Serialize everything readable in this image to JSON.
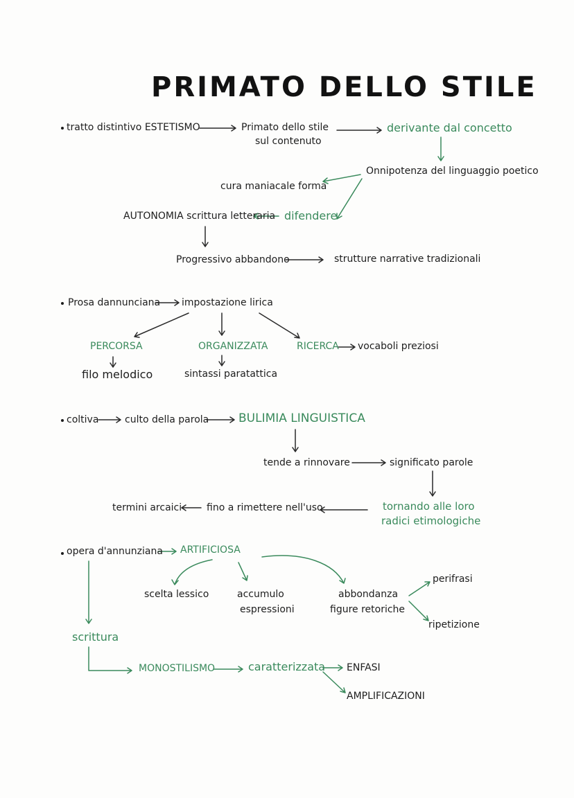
{
  "title": "PRIMATO DELLO STILE",
  "colors": {
    "ink": "#1d1d1d",
    "green": "#3a8a5c",
    "paper": "#fdfdfc"
  },
  "section1": {
    "tratto": "tratto distintivo ESTETISMO",
    "primato_line1": "Primato dello stile",
    "primato_line2": "sul contenuto",
    "derivante": "derivante dal concetto",
    "onnipotenza": "Onnipotenza del linguaggio poetico",
    "cura": "cura maniacale forma",
    "autonomia": "AUTONOMIA scrittura letteraria",
    "difendere": "difendere",
    "progressivo": "Progressivo abbandono",
    "strutture": "strutture narrative tradizionali"
  },
  "section2": {
    "prosa": "Prosa dannunciana",
    "impostazione": "impostazione lirica",
    "percorsa": "PERCORSA",
    "filo": "filo melodico",
    "organizzata": "ORGANIZZATA",
    "sintassi": "sintassi paratattica",
    "ricerca": "RICERCA",
    "vocaboli": "vocaboli preziosi"
  },
  "section3": {
    "coltiva": "coltiva",
    "culto": "culto della parola",
    "bulimia": "BULIMIA LINGUISTICA",
    "tende": "tende a rinnovare",
    "significato": "significato parole",
    "tornando_line1": "tornando alle loro",
    "tornando_line2": "radici etimologiche",
    "fino": "fino a rimettere nell'uso",
    "termini": "termini arcaici"
  },
  "section4": {
    "opera": "opera d'annunziana",
    "artificiosa": "ARTIFICIOSA",
    "scelta": "scelta lessico",
    "accumulo_line1": "accumulo",
    "accumulo_line2": "espressioni",
    "abbondanza_line1": "abbondanza",
    "abbondanza_line2": "figure retoriche",
    "perifrasi": "perifrasi",
    "ripetizione": "ripetizione",
    "scrittura": "scrittura",
    "monostilismo": "MONOSTILISMO",
    "caratterizzata": "caratterizzata",
    "enfasi": "ENFASI",
    "amplificazioni": "AMPLIFICAZIONI"
  }
}
